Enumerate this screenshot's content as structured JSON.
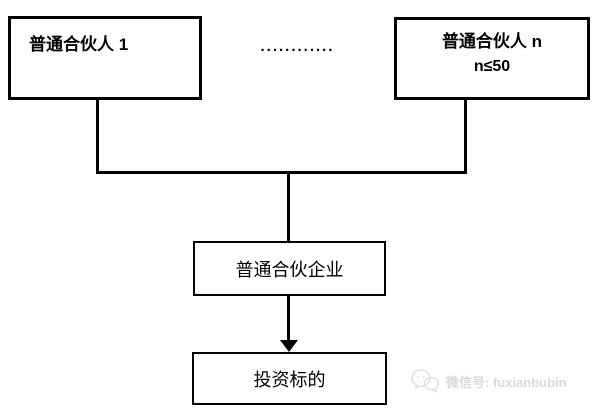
{
  "diagram": {
    "gp1": {
      "label": "普通合伙人 1"
    },
    "ellipsis": "............",
    "gpn": {
      "label": "普通合伙人 n",
      "sublabel": "n≤50"
    },
    "partnership": {
      "label": "普通合伙企业"
    },
    "target": {
      "label": "投资标的"
    }
  },
  "watermark": {
    "label": "微信号: fuxianbubin",
    "icon": "wechat-icon"
  },
  "colors": {
    "line": "#000000",
    "background": "#ffffff",
    "text": "#000000",
    "watermark": "#d9d9d9"
  }
}
